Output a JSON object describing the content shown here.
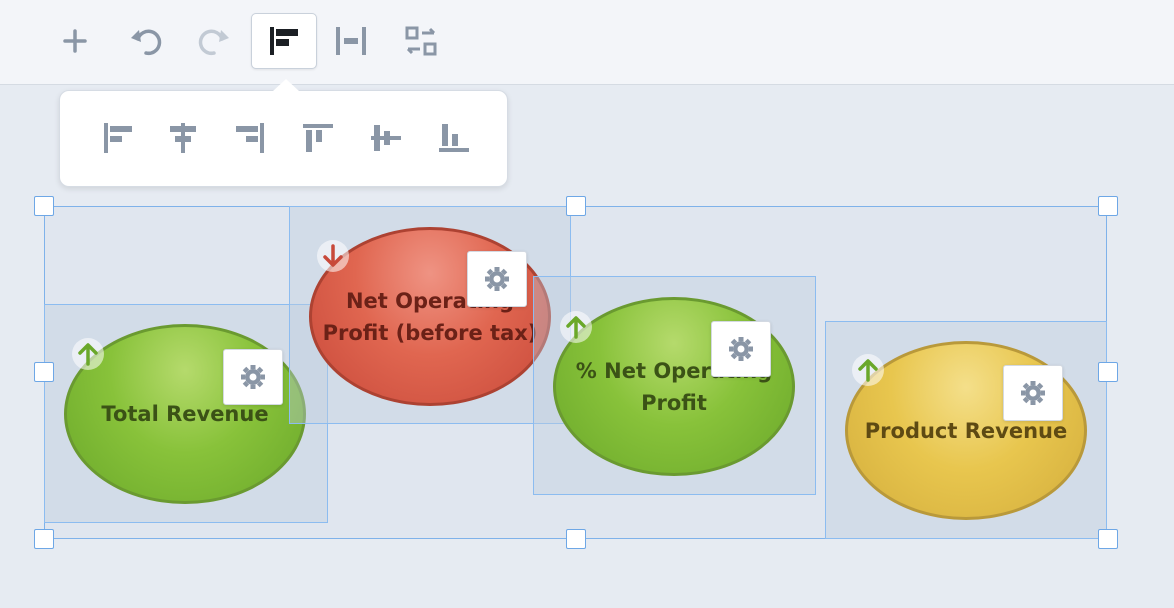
{
  "toolbar": {
    "buttons": [
      {
        "name": "add-button",
        "icon": "plus-icon"
      },
      {
        "name": "undo-button",
        "icon": "undo-icon"
      },
      {
        "name": "redo-button",
        "icon": "redo-icon"
      },
      {
        "name": "align-button",
        "icon": "align-left-icon",
        "active": true
      },
      {
        "name": "distribute-button",
        "icon": "distribute-horizontal-icon"
      },
      {
        "name": "swap-button",
        "icon": "swap-icon"
      }
    ]
  },
  "align_menu": {
    "options": [
      {
        "name": "align-left",
        "icon": "align-left-icon"
      },
      {
        "name": "align-center",
        "icon": "align-center-icon"
      },
      {
        "name": "align-right",
        "icon": "align-right-icon"
      },
      {
        "name": "align-top",
        "icon": "align-top-icon"
      },
      {
        "name": "align-middle",
        "icon": "align-middle-icon"
      },
      {
        "name": "align-bottom",
        "icon": "align-bottom-icon"
      }
    ]
  },
  "widgets": [
    {
      "label": "Total Revenue",
      "color": "#88c23a",
      "trend": "up",
      "trend_color": "#6aa82a"
    },
    {
      "label": "Net Operating Profit (before tax)",
      "color": "#e06650",
      "trend": "down",
      "trend_color": "#c8493a"
    },
    {
      "label": "% Net Operating Profit",
      "color": "#88c23a",
      "trend": "up",
      "trend_color": "#6aa82a"
    },
    {
      "label": "Product Revenue",
      "color": "#e8c64e",
      "trend": "up",
      "trend_color": "#6aa82a"
    }
  ],
  "colors": {
    "selection": "#7fb2ea",
    "icon_gray": "#8a96a6",
    "icon_active": "#1b1f24"
  }
}
